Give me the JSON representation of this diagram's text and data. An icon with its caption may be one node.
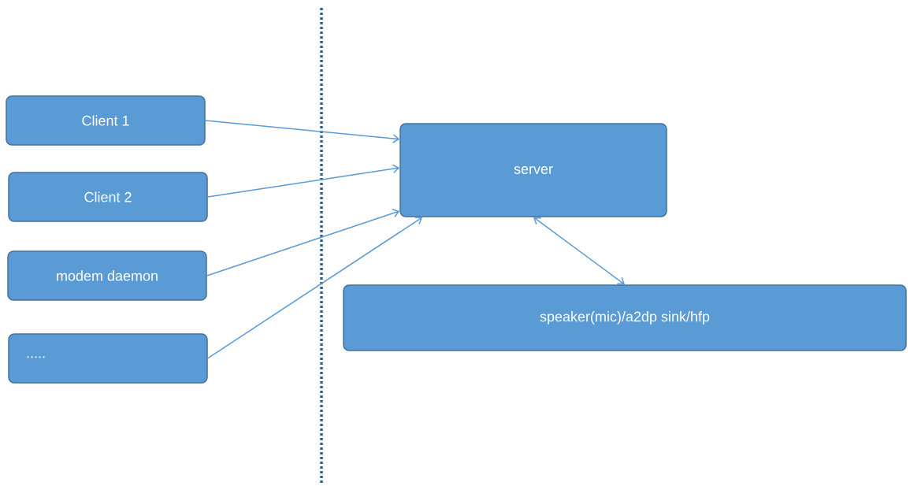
{
  "diagram": {
    "nodes": [
      {
        "text": [
          "Client 1"
        ]
      },
      {
        "text": [
          "Client 2"
        ]
      },
      {
        "text": [
          "modem daemon"
        ]
      },
      {
        "text": [
          "....."
        ]
      },
      {
        "text": [
          "server"
        ]
      },
      {
        "text": [
          "speaker(mic)/a2dp sink/hfp"
        ]
      }
    ],
    "edges": [
      {
        "from": 0,
        "to": 4,
        "arrow": "to"
      },
      {
        "from": 1,
        "to": 4,
        "arrow": "to"
      },
      {
        "from": 2,
        "to": 4,
        "arrow": "to"
      },
      {
        "from": 3,
        "to": 4,
        "arrow": "to"
      },
      {
        "from": 4,
        "to": 5,
        "arrow": "both"
      }
    ]
  }
}
